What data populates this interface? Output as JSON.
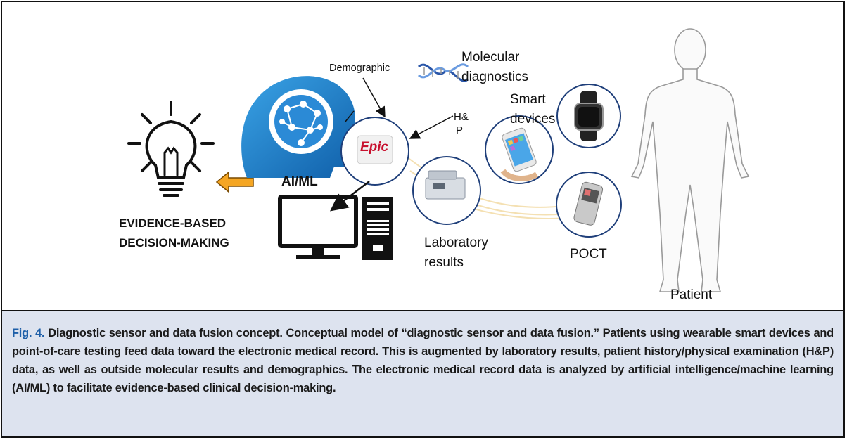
{
  "figure": {
    "labels": {
      "demographic": "Demographic",
      "molecular": "Molecular",
      "diagnostics": "diagnostics",
      "smart": "Smart",
      "devices": "devices",
      "hp_line1": "H&",
      "hp_line2": "P",
      "epic": "Epic",
      "aiml": "AI/ML",
      "evidence_line1": "EVIDENCE-BASED",
      "evidence_line2": "DECISION-MAKING",
      "laboratory": "Laboratory",
      "results": "results",
      "poct": "POCT",
      "patient": "Patient"
    },
    "colors": {
      "brain_head": "#1e7fc8",
      "circle_outline": "#1f3f7a",
      "arrow_fill": "#f5a623",
      "epic_red": "#c8102e"
    }
  },
  "caption": {
    "fig_label": "Fig. 4.",
    "text": "Diagnostic sensor and data fusion concept. Conceptual model of “diagnostic sensor and data fusion.” Patients using wearable smart devices and point-of-care testing feed data toward the electronic medical record. This is augmented by laboratory results, patient history/physical examination (H&P) data, as well as outside molecular results and demographics. The electronic medical record data is analyzed by artificial intelligence/machine learning (AI/ML) to facilitate evidence-based clinical decision-making."
  }
}
